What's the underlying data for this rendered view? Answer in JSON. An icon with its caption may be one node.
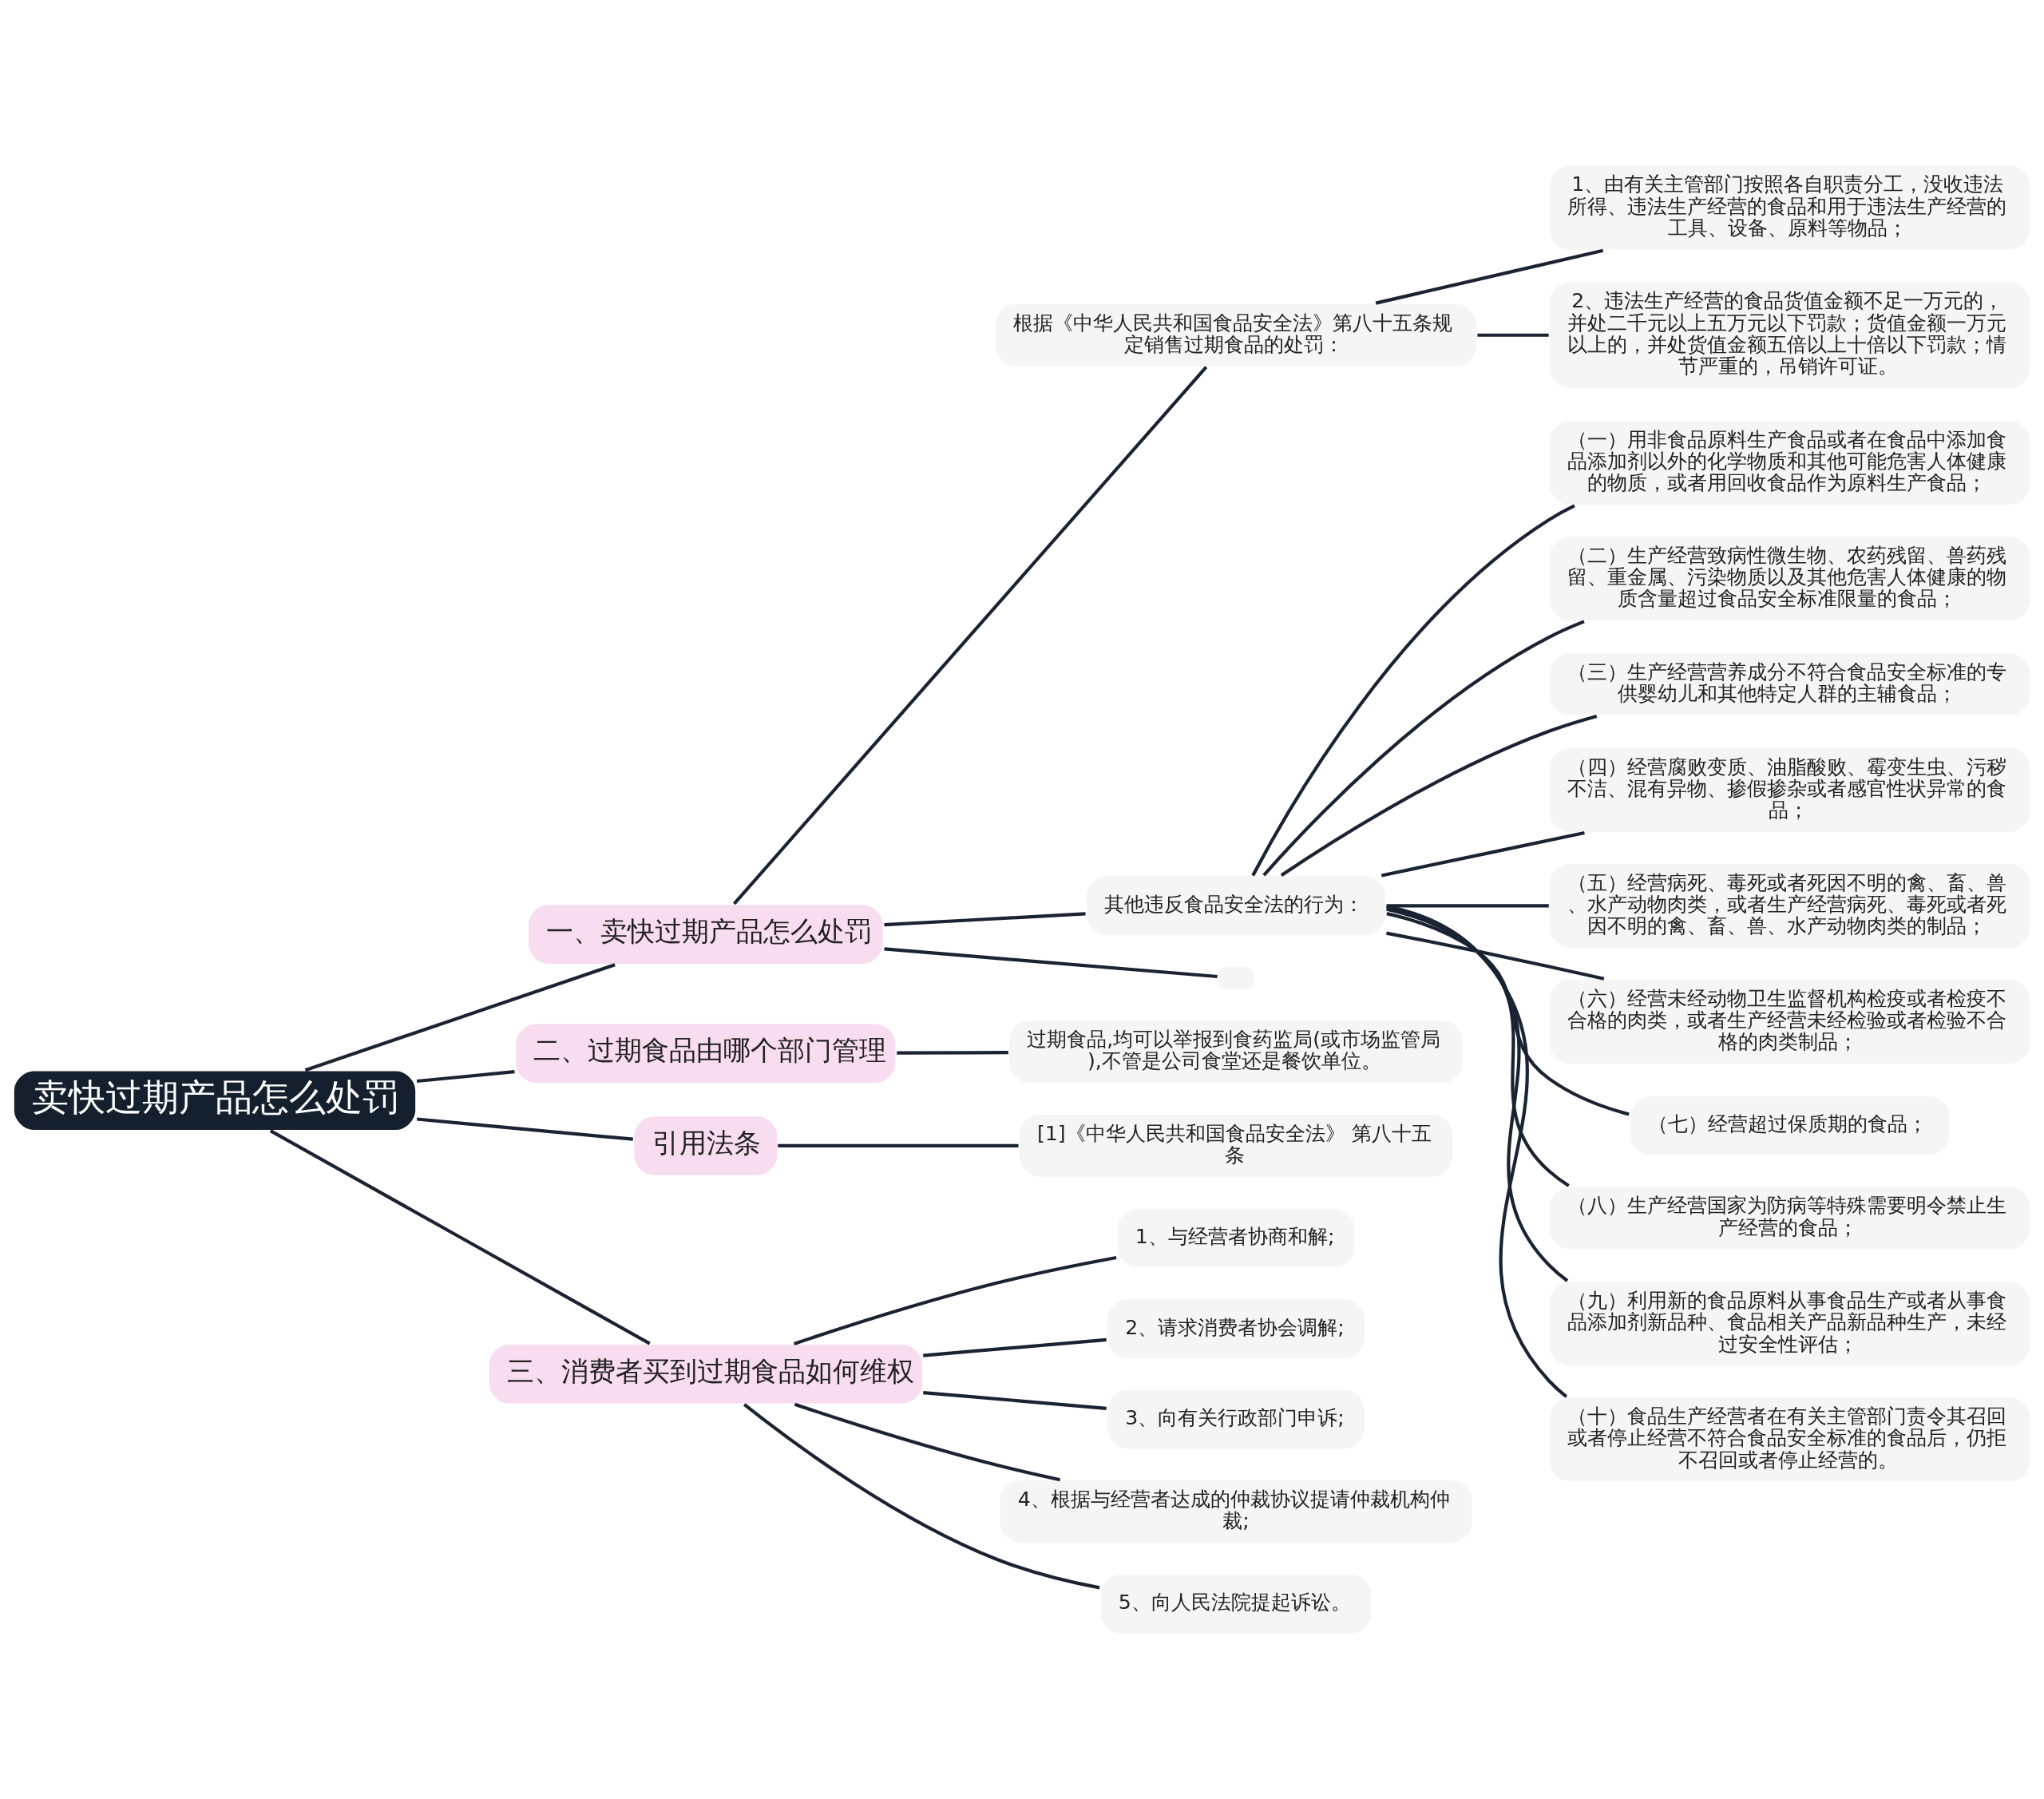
{
  "diagram": {
    "nodes": [
      {
        "text": [
          "卖快过期产品怎么处罚"
        ]
      },
      {
        "text": [
          "一、卖快过期产品怎么处罚"
        ]
      },
      {
        "text": [
          "根据《中华人民共和国食品安全法》第八十五条规定销售过期食品的处罚："
        ]
      },
      {
        "text": [
          "1、由有关主管部门按照各自职责分工，没收违法所得、违法生产经营的食品和用于违法生产经营的工具、设备、原料等物品；"
        ]
      },
      {
        "text": [
          "2、违法生产经营的食品货值金额不足一万元的，并处二千元以上五万元以下罚款；货值金额一万元以上的，并处货值金额五倍以上十倍以下罚款；情节严重的，吊销许可证。"
        ]
      },
      {
        "text": [
          "其他违反食品安全法的行为："
        ]
      },
      {
        "text": [
          "（一）用非食品原料生产食品或者在食品中添加食品添加剂以外的化学物质和其他可能危害人体健康的物质，或者用回收食品作为原料生产食品；"
        ]
      },
      {
        "text": [
          "（二）生产经营致病性微生物、农药残留、兽药残留、重金属、污染物质以及其他危害人体健康的物质含量超过食品安全标准限量的食品；"
        ]
      },
      {
        "text": [
          "（三）生产经营营养成分不符合食品安全标准的专供婴幼儿和其他特定人群的主辅食品；"
        ]
      },
      {
        "text": [
          "（四）经营腐败变质、油脂酸败、霉变生虫、污秽不洁、混有异物、掺假掺杂或者感官性状异常的食品；"
        ]
      },
      {
        "text": [
          "（五）经营病死、毒死或者死因不明的禽、畜、兽、水产动物肉类，或者生产经营病死、毒死或者死因不明的禽、畜、兽、水产动物肉类的制品；"
        ]
      },
      {
        "text": [
          "（六）经营未经动物卫生监督机构检疫或者检疫不合格的肉类，或者生产经营未经检验或者检验不合格的肉类制品；"
        ]
      },
      {
        "text": [
          "（七）经营超过保质期的食品；"
        ]
      },
      {
        "text": [
          "（八）生产经营国家为防病等特殊需要明令禁止生产经营的食品；"
        ]
      },
      {
        "text": [
          "（九）利用新的食品原料从事食品生产或者从事食品添加剂新品种、食品相关产品新品种生产，未经过安全性评估；"
        ]
      },
      {
        "text": [
          "（十）食品生产经营者在有关主管部门责令其召回或者停止经营不符合食品安全标准的食品后，仍拒不召回或者停止经营的。"
        ]
      },
      {
        "text": [],
        "shape": "box"
      },
      {
        "text": [
          "二、过期食品由哪个部门管理"
        ]
      },
      {
        "text": [
          "过期食品,均可以举报到食药监局(或市场监管局),不管是公司食堂还是餐饮单位。"
        ]
      },
      {
        "text": [
          "引用法条"
        ]
      },
      {
        "text": [
          "[1]《中华人民共和国食品安全法》 第八十五条"
        ]
      },
      {
        "text": [
          "三、消费者买到过期食品如何维权"
        ]
      },
      {
        "text": [
          "1、与经营者协商和解;"
        ]
      },
      {
        "text": [
          "2、请求消费者协会调解;"
        ]
      },
      {
        "text": [
          "3、向有关行政部门申诉;"
        ]
      },
      {
        "text": [
          "4、根据与经营者达成的仲裁协议提请仲裁机构仲裁;"
        ]
      },
      {
        "text": [
          "5、向人民法院提起诉讼。"
        ]
      }
    ],
    "edges": [
      {
        "from": 0,
        "to": 1,
        "arrow": "none"
      },
      {
        "from": 1,
        "to": 2,
        "arrow": "none"
      },
      {
        "from": 2,
        "to": 3,
        "arrow": "none"
      },
      {
        "from": 2,
        "to": 4,
        "arrow": "none"
      },
      {
        "from": 1,
        "to": 5,
        "arrow": "none"
      },
      {
        "from": 5,
        "to": 6,
        "arrow": "none"
      },
      {
        "from": 5,
        "to": 7,
        "arrow": "none"
      },
      {
        "from": 5,
        "to": 8,
        "arrow": "none"
      },
      {
        "from": 5,
        "to": 9,
        "arrow": "none"
      },
      {
        "from": 5,
        "to": 10,
        "arrow": "none"
      },
      {
        "from": 5,
        "to": 11,
        "arrow": "none"
      },
      {
        "from": 5,
        "to": 12,
        "arrow": "none"
      },
      {
        "from": 5,
        "to": 13,
        "arrow": "none"
      },
      {
        "from": 5,
        "to": 14,
        "arrow": "none"
      },
      {
        "from": 5,
        "to": 15,
        "arrow": "none"
      },
      {
        "from": 1,
        "to": 16,
        "arrow": "none"
      },
      {
        "from": 0,
        "to": 17,
        "arrow": "none"
      },
      {
        "from": 17,
        "to": 18,
        "arrow": "none"
      },
      {
        "from": 0,
        "to": 19,
        "arrow": "none"
      },
      {
        "from": 19,
        "to": 20,
        "arrow": "none"
      },
      {
        "from": 0,
        "to": 21,
        "arrow": "none"
      },
      {
        "from": 21,
        "to": 22,
        "arrow": "none"
      },
      {
        "from": 21,
        "to": 23,
        "arrow": "none"
      },
      {
        "from": 21,
        "to": 24,
        "arrow": "none"
      },
      {
        "from": 21,
        "to": 25,
        "arrow": "none"
      },
      {
        "from": 21,
        "to": 26,
        "arrow": "none"
      }
    ]
  }
}
